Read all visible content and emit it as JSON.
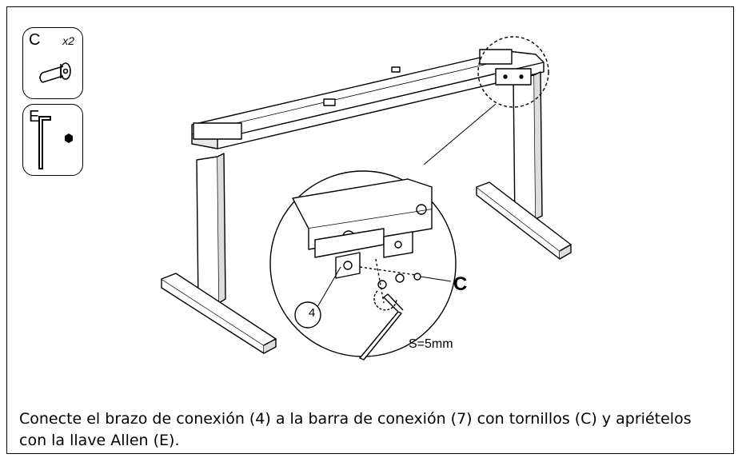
{
  "parts": {
    "c": {
      "letter": "C",
      "quantity": "x2",
      "icon": "screw-icon"
    },
    "e": {
      "letter": "E",
      "icon": "allen-key-icon"
    }
  },
  "diagram": {
    "callout_screw": "C",
    "callout_part_number": "4",
    "tool_size_label": "S=5mm"
  },
  "instruction": {
    "text": "Conecte el brazo de conexión (4) a la barra de conexión (7) con tornillos (C) y apriételos con la llave Allen (E)."
  }
}
